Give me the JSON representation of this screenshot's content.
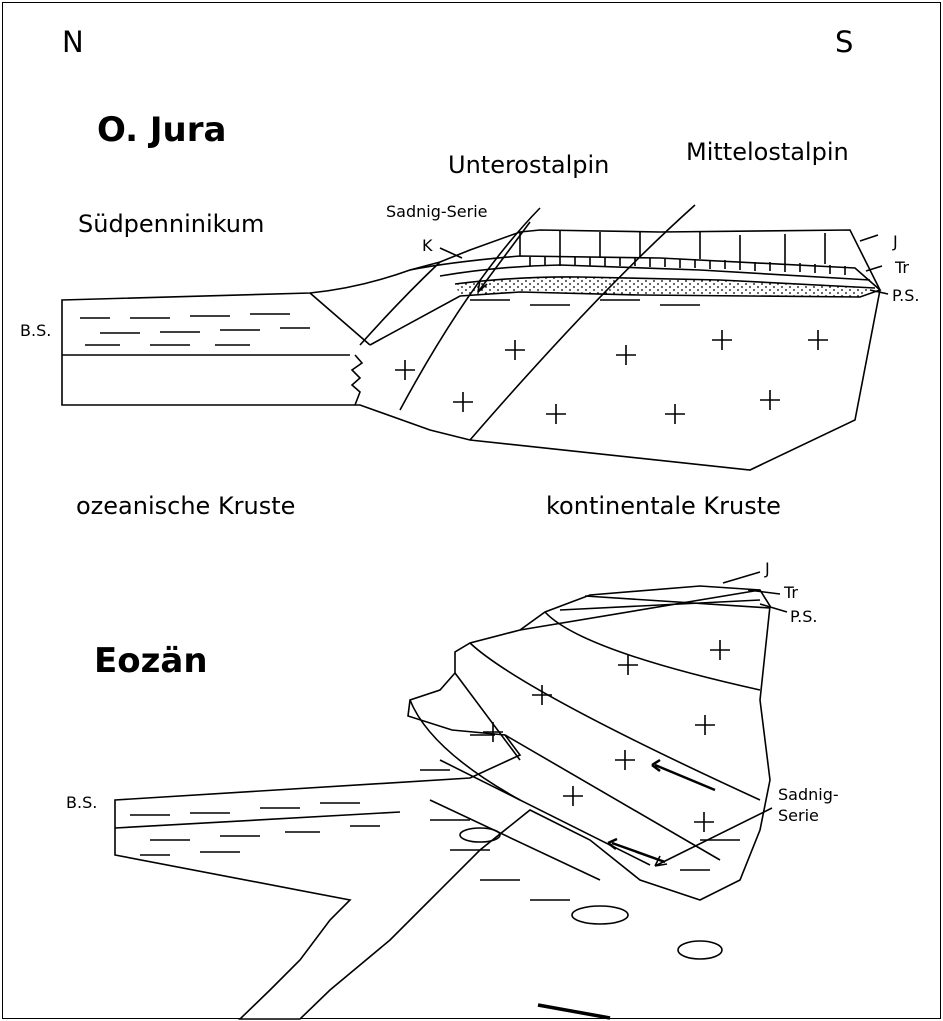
{
  "compass": {
    "north": "N",
    "south": "S"
  },
  "top_panel": {
    "title": "O. Jura",
    "labels": {
      "unterostalpin": "Unterostalpin",
      "mittelostalpin": "Mittelostalpin",
      "suedpenninikum": "Südpenninikum",
      "sadnig_serie": "Sadnig-Serie",
      "k": "K",
      "j": "J",
      "tr": "Tr",
      "ps": "P.S.",
      "bs": "B.S."
    },
    "crust": {
      "oceanic": "ozeanische Kruste",
      "continental": "kontinentale Kruste"
    }
  },
  "bottom_panel": {
    "title": "Eozän",
    "labels": {
      "j": "J",
      "tr": "Tr",
      "ps": "P.S.",
      "bs": "B.S.",
      "sadnig_line1": "Sadnig-",
      "sadnig_line2": "Serie"
    }
  },
  "colors": {
    "line": "#000000",
    "background": "#ffffff"
  }
}
